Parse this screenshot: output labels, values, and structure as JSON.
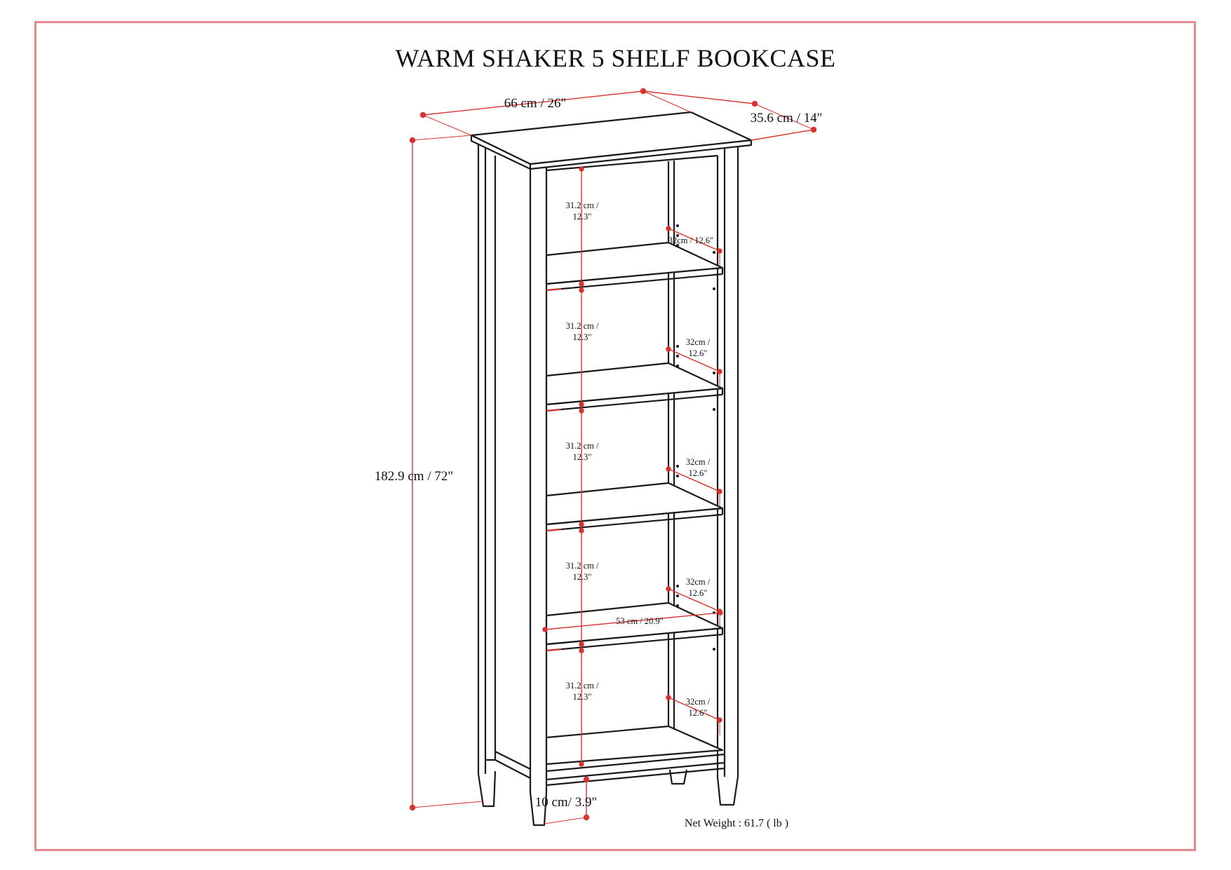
{
  "title": "WARM SHAKER 5 SHELF BOOKCASE",
  "dimensions": {
    "width": "66 cm / 26\"",
    "depth": "35.6 cm / 14\"",
    "height": "182.9 cm / 72\"",
    "leg_height": "10 cm/ 3.9\"",
    "inner_width": "53 cm / 20.9\""
  },
  "shelves": [
    {
      "gap_line1": "31.2 cm /",
      "gap_line2": "12.3\"",
      "depth_line1": "32cm / 12.6\"",
      "depth_line2": ""
    },
    {
      "gap_line1": "31.2 cm /",
      "gap_line2": "12.3\"",
      "depth_line1": "32cm /",
      "depth_line2": "12.6\""
    },
    {
      "gap_line1": "31.2 cm /",
      "gap_line2": "12.3\"",
      "depth_line1": "32cm /",
      "depth_line2": "12.6\""
    },
    {
      "gap_line1": "31.2 cm /",
      "gap_line2": "12.3\"",
      "depth_line1": "32cm /",
      "depth_line2": "12.6\""
    },
    {
      "gap_line1": "31.2 cm /",
      "gap_line2": "12.3\"",
      "depth_line1": "32cm /",
      "depth_line2": "12.6\""
    }
  ],
  "net_weight": "Net Weight : 61.7 ( lb )",
  "colors": {
    "frame": "#e58a8a",
    "dimension_line": "#d9332f",
    "drawing": "#1a1a1a"
  }
}
